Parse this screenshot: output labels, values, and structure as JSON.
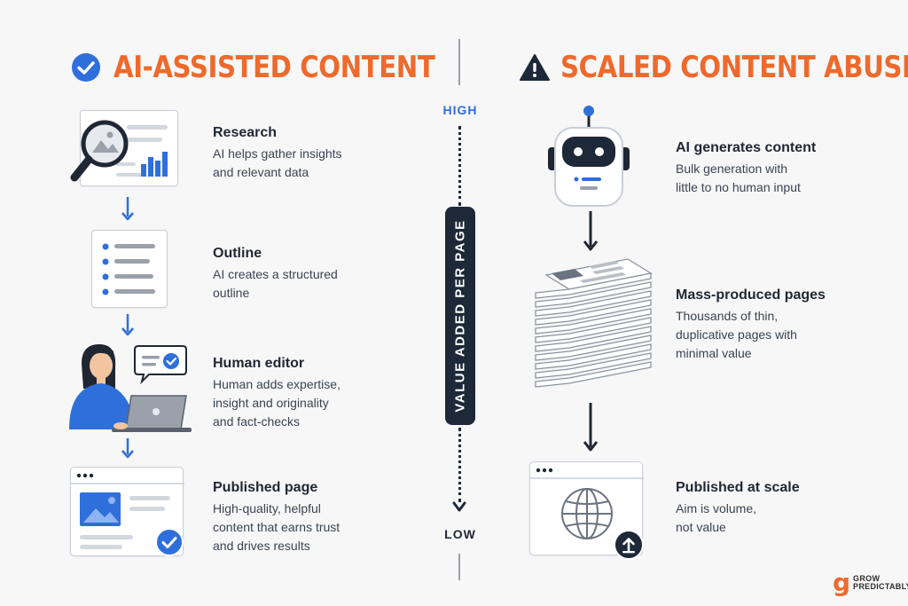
{
  "left": {
    "title": "AI-ASSISTED CONTENT",
    "steps": [
      {
        "title": "Research",
        "desc_lines": [
          "AI helps gather insights",
          "and relevant data"
        ]
      },
      {
        "title": "Outline",
        "desc_lines": [
          "AI creates a structured",
          "outline"
        ]
      },
      {
        "title": "Human editor",
        "desc_lines": [
          "Human adds expertise,",
          "insight and originality",
          "and fact-checks"
        ]
      },
      {
        "title": "Published page",
        "desc_lines": [
          "High-quality, helpful",
          "content that earns trust",
          "and drives results"
        ]
      }
    ]
  },
  "right": {
    "title": "SCALED CONTENT ABUSE",
    "steps": [
      {
        "title": "AI generates content",
        "desc_lines": [
          "Bulk generation with",
          "little to no human input"
        ]
      },
      {
        "title": "Mass-produced pages",
        "desc_lines": [
          "Thousands of thin,",
          "duplicative pages with",
          "minimal value"
        ]
      },
      {
        "title": "Published at scale",
        "desc_lines": [
          "Aim is volume,",
          "not value"
        ]
      }
    ]
  },
  "axis": {
    "high": "HIGH",
    "low": "LOW",
    "label": "VALUE ADDED PER PAGE"
  },
  "brand": {
    "logo_letter": "g",
    "line1": "GROW",
    "line2": "PREDICTABLY"
  },
  "colors": {
    "accent_orange": "#ee6a2c",
    "accent_blue": "#2f6fdb",
    "dark_navy": "#1d2838"
  }
}
